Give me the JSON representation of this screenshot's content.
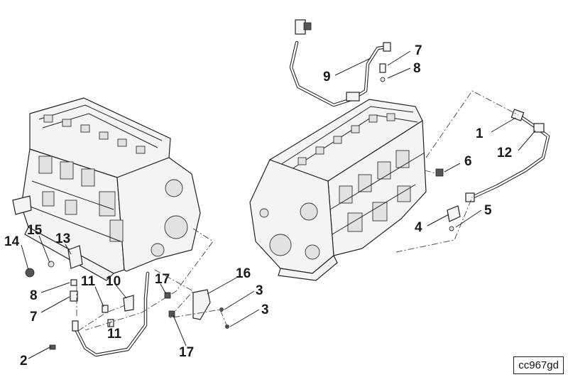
{
  "diagram": {
    "reference_code": "cc967gd",
    "callouts": [
      {
        "id": "c14",
        "text": "14"
      },
      {
        "id": "c15",
        "text": "15"
      },
      {
        "id": "c13",
        "text": "13"
      },
      {
        "id": "c8a",
        "text": "8"
      },
      {
        "id": "c7a",
        "text": "7"
      },
      {
        "id": "c11a",
        "text": "11"
      },
      {
        "id": "c10",
        "text": "10"
      },
      {
        "id": "c11b",
        "text": "11"
      },
      {
        "id": "c2",
        "text": "2"
      },
      {
        "id": "c17a",
        "text": "17"
      },
      {
        "id": "c17b",
        "text": "17"
      },
      {
        "id": "c16",
        "text": "16"
      },
      {
        "id": "c3a",
        "text": "3"
      },
      {
        "id": "c3b",
        "text": "3"
      },
      {
        "id": "c9",
        "text": "9"
      },
      {
        "id": "c7b",
        "text": "7"
      },
      {
        "id": "c8b",
        "text": "8"
      },
      {
        "id": "c1",
        "text": "1"
      },
      {
        "id": "c12",
        "text": "12"
      },
      {
        "id": "c6",
        "text": "6"
      },
      {
        "id": "c4",
        "text": "4"
      },
      {
        "id": "c5",
        "text": "5"
      }
    ]
  }
}
